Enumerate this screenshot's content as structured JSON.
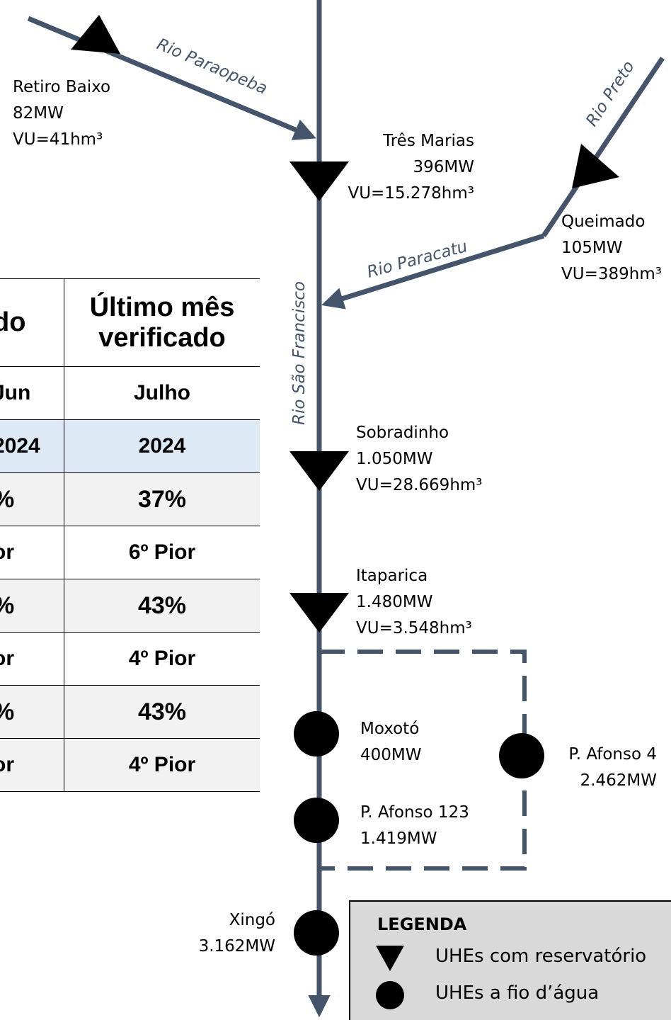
{
  "rivers": {
    "paraopeba": "Rio Paraopeba",
    "preto": "Rio Preto",
    "paracatu": "Rio Paracatu",
    "sao_francisco": "Rio São Francisco"
  },
  "plants": {
    "retiro_baixo": {
      "name": "Retiro Baixo",
      "power": "82MW",
      "vu": "VU=41hm³"
    },
    "tres_marias": {
      "name": "Três Marias",
      "power": "396MW",
      "vu": "VU=15.278hm³"
    },
    "queimado": {
      "name": "Queimado",
      "power": "105MW",
      "vu": "VU=389hm³"
    },
    "sobradinho": {
      "name": "Sobradinho",
      "power": "1.050MW",
      "vu": "VU=28.669hm³"
    },
    "itaparica": {
      "name": "Itaparica",
      "power": "1.480MW",
      "vu": "VU=3.548hm³"
    },
    "moxoto": {
      "name": "Moxotó",
      "power": "400MW"
    },
    "pafonso123": {
      "name": "P. Afonso 123",
      "power": "1.419MW"
    },
    "pafonso4": {
      "name": "P. Afonso 4",
      "power": "2.462MW"
    },
    "xingo": {
      "name": "Xingó",
      "power": "3.162MW"
    }
  },
  "table": {
    "header_partial": "do",
    "header_main_line1": "Último mês",
    "header_main_line2": "verificado",
    "rows": [
      {
        "partial": "Jun",
        "main": "Julho"
      },
      {
        "partial": "2024",
        "main": "2024"
      },
      {
        "partial": "%",
        "main": "37%"
      },
      {
        "partial": "or",
        "main": "6º Pior"
      },
      {
        "partial": "%",
        "main": "43%"
      },
      {
        "partial": "or",
        "main": "4º Pior"
      },
      {
        "partial": "%",
        "main": "43%"
      },
      {
        "partial": "or",
        "main": "4º Pior"
      }
    ]
  },
  "legend": {
    "title": "LEGENDA",
    "reservoir": "UHEs com reservatório",
    "run_of_river": "UHEs a fio d’água"
  },
  "colors": {
    "river": "#44546a",
    "symbol": "#000000",
    "legend_bg": "#d9d9d9",
    "table_blue": "#dde9f5",
    "table_gray": "#f2f2f2"
  }
}
